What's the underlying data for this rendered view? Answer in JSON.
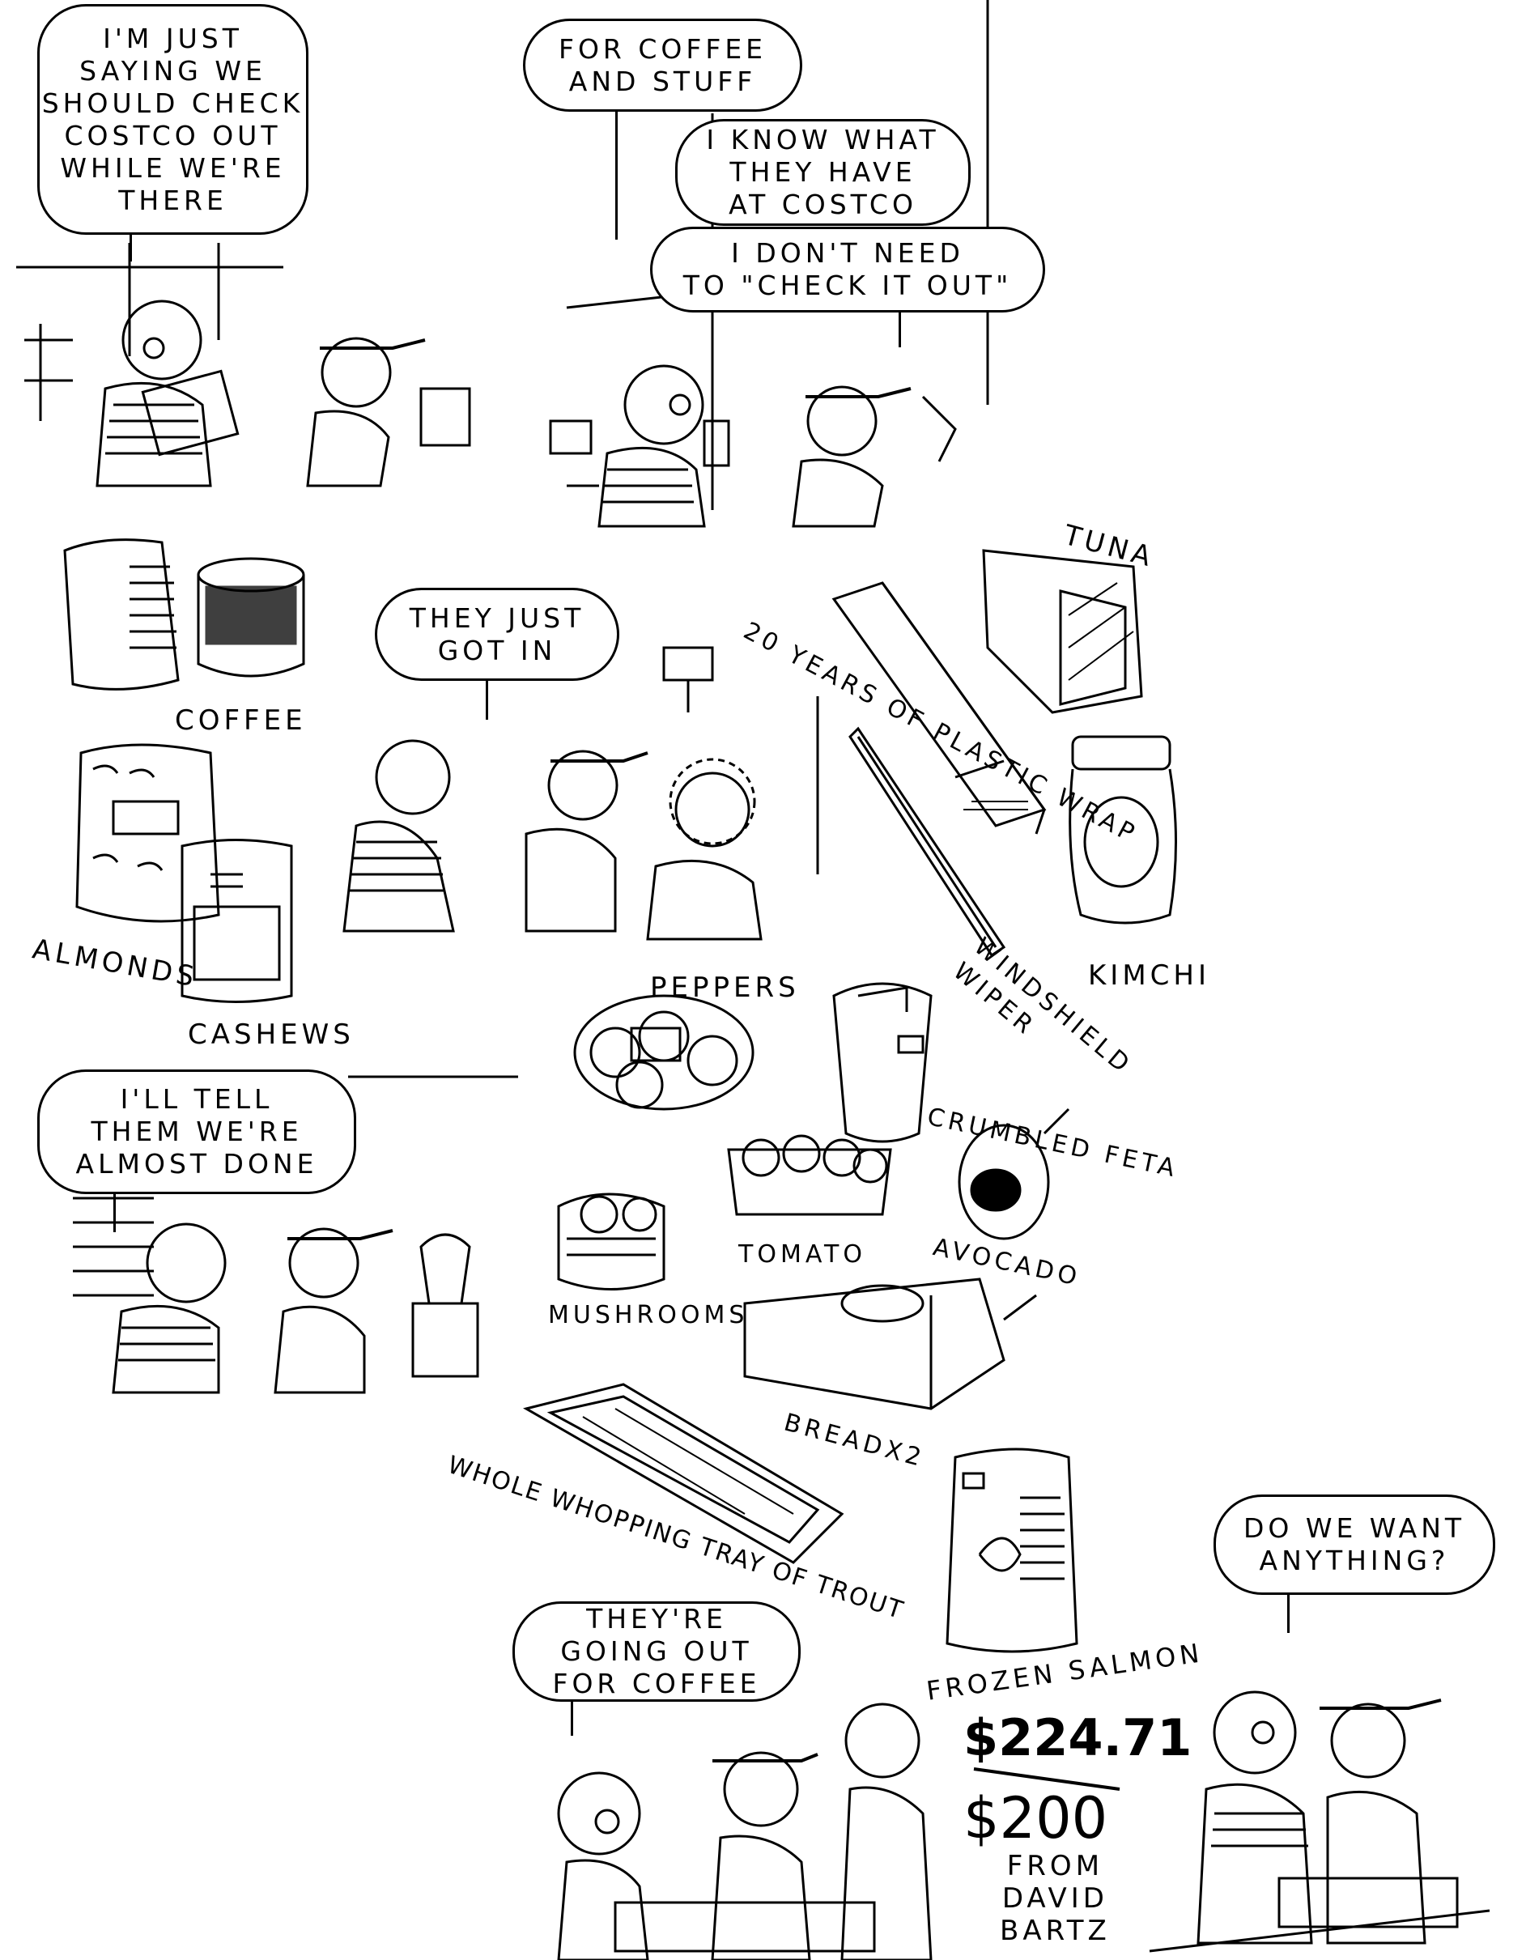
{
  "panel1": {
    "speech": [
      "I'M JUST",
      "SAYING WE",
      "SHOULD CHECK",
      "COSTCO OUT",
      "WHILE WE'RE",
      "THERE"
    ]
  },
  "panel2": {
    "speech_a": [
      "FOR COFFEE",
      "AND STUFF"
    ],
    "speech_b": [
      "I KNOW WHAT",
      "THEY HAVE",
      "AT COSTCO"
    ],
    "speech_c": [
      "I DON'T NEED",
      "TO \"CHECK IT OUT\""
    ]
  },
  "panel3": {
    "speech": [
      "THEY JUST",
      "GOT IN"
    ]
  },
  "panel4": {
    "speech": [
      "I'LL TELL",
      "THEM WE'RE",
      "ALMOST DONE"
    ]
  },
  "panel5": {
    "speech": [
      "THEY'RE",
      "GOING OUT",
      "FOR COFFEE"
    ]
  },
  "panel6": {
    "speech": [
      "DO WE WANT",
      "ANYTHING?"
    ]
  },
  "items": {
    "coffee": "COFFEE",
    "almonds": "ALMONDS",
    "cashews": "CASHEWS",
    "tuna": "TUNA",
    "plastic_wrap": "20 YEARS OF PLASTIC WRAP",
    "kimchi": "KIMCHI",
    "windshield_wiper": "WINDSHIELD WIPER",
    "peppers": "PEPPERS",
    "crumbled_feta": "CRUMBLED FETA",
    "tomato": "TOMATO",
    "avocado": "AVOCADO",
    "mushrooms": "MUSHROOMS",
    "bread": "BREADx2",
    "trout": "WHOLE WHOPPING TRAY OF TROUT",
    "frozen_salmon": "FROZEN SALMON"
  },
  "receipt": {
    "total": "$224.71",
    "gift": "$200",
    "gift_note": [
      "FROM",
      "DAVID",
      "BARTZ"
    ]
  }
}
